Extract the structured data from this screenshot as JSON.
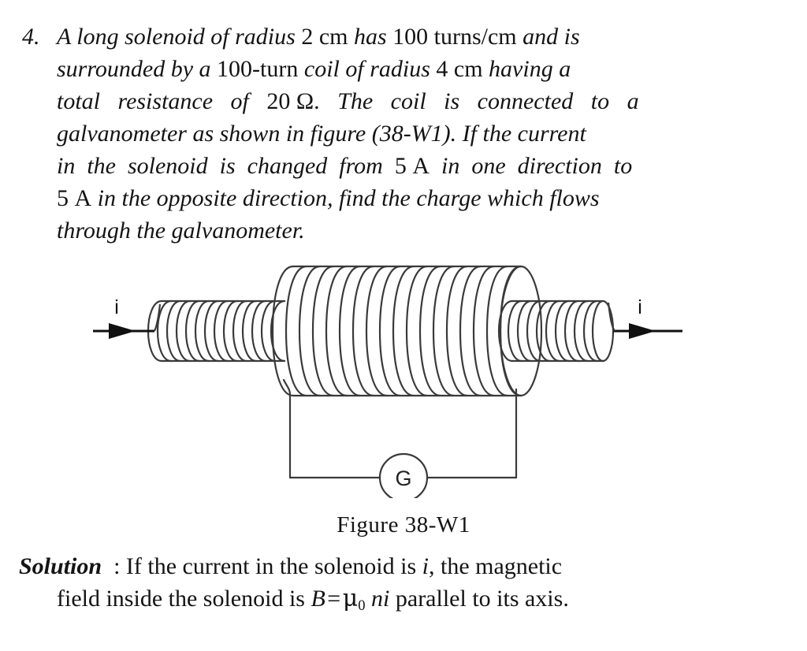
{
  "problem": {
    "number": "4.",
    "lines": [
      [
        {
          "t": "A long solenoid of radius ",
          "s": "italic"
        },
        {
          "t": "2 cm",
          "s": "roman"
        },
        {
          "t": " has ",
          "s": "italic"
        },
        {
          "t": "100",
          "s": "roman"
        },
        {
          "t": " turns/cm ",
          "s": "roman"
        },
        {
          "t": "and is",
          "s": "italic"
        }
      ],
      [
        {
          "t": "surrounded by a ",
          "s": "italic"
        },
        {
          "t": "100-turn",
          "s": "roman"
        },
        {
          "t": " coil of radius ",
          "s": "italic"
        },
        {
          "t": "4 cm",
          "s": "roman"
        },
        {
          "t": " having a",
          "s": "italic"
        }
      ],
      [
        {
          "t": "total   resistance   of   ",
          "s": "italic"
        },
        {
          "t": "20 Ω.",
          "s": "roman"
        },
        {
          "t": "   The   coil   is   connected   to   a",
          "s": "italic"
        }
      ],
      [
        {
          "t": "galvanometer as shown in figure (38-W1). If the current",
          "s": "italic"
        }
      ],
      [
        {
          "t": "in  the  solenoid  is  changed  from  ",
          "s": "italic"
        },
        {
          "t": "5 A",
          "s": "roman"
        },
        {
          "t": "  in  one  direction  to",
          "s": "italic"
        }
      ],
      [
        {
          "t": "5 A",
          "s": "roman"
        },
        {
          "t": " in the opposite direction, find the charge which flows",
          "s": "italic"
        }
      ],
      [
        {
          "t": "through the galvanometer.",
          "s": "italic"
        }
      ]
    ],
    "full_text": "4. A long solenoid of radius 2 cm has 100 turns/cm and is surrounded by a 100-turn coil of radius 4 cm having a total resistance of 20 Ω. The coil is connected to a galvanometer as shown in figure (38-W1). If the current in the solenoid is changed from 5 A in one direction to 5 A in the opposite direction, find the charge which flows through the galvanometer."
  },
  "figure": {
    "caption": "Figure 38-W1",
    "current_label_left": "i",
    "current_label_right": "i",
    "galvanometer_label": "G",
    "stroke_color": "#3a3a3a",
    "arrow_color": "#111111",
    "inner_turns": 30,
    "outer_turns": 19,
    "description": "long solenoid with surrounding coil connected to a galvanometer"
  },
  "solution": {
    "label": "Solution",
    "colon": ":",
    "line1_text": "If the current in the solenoid is ",
    "line1_var": "i",
    "line1_rest": ", the magnetic",
    "line2_pre": "field inside the solenoid is ",
    "eq_B": "B",
    "eq_equals": "=",
    "eq_mu": "μ",
    "eq_mu_sub": "0",
    "eq_ni": "ni",
    "line2_post": " parallel to its axis.",
    "full_text": "Solution : If the current in the solenoid is i, the magnetic field inside the solenoid is B = μ0 ni parallel to its axis."
  }
}
